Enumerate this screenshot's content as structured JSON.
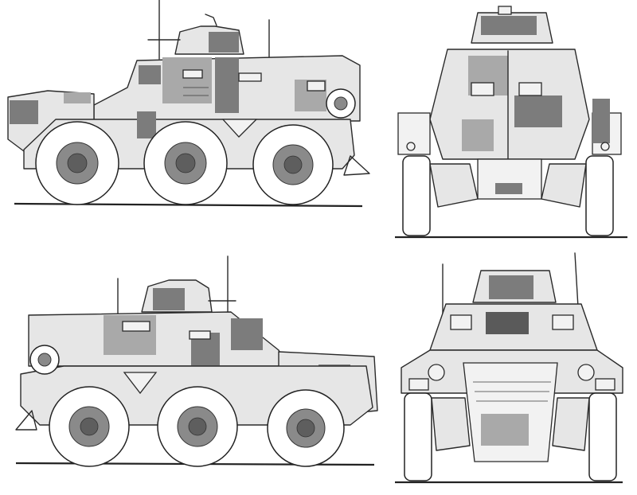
{
  "drawing": {
    "views": [
      {
        "id": "side-left-top"
      },
      {
        "id": "front-top"
      },
      {
        "id": "side-right-bottom"
      },
      {
        "id": "rear-bottom"
      }
    ]
  },
  "colors": {
    "paper": "#ffffff",
    "ink": "#2a2a2a",
    "camo_light": "#e6e6e6",
    "camo_mid": "#a9a9a9",
    "camo_dark": "#7c7c7c"
  }
}
